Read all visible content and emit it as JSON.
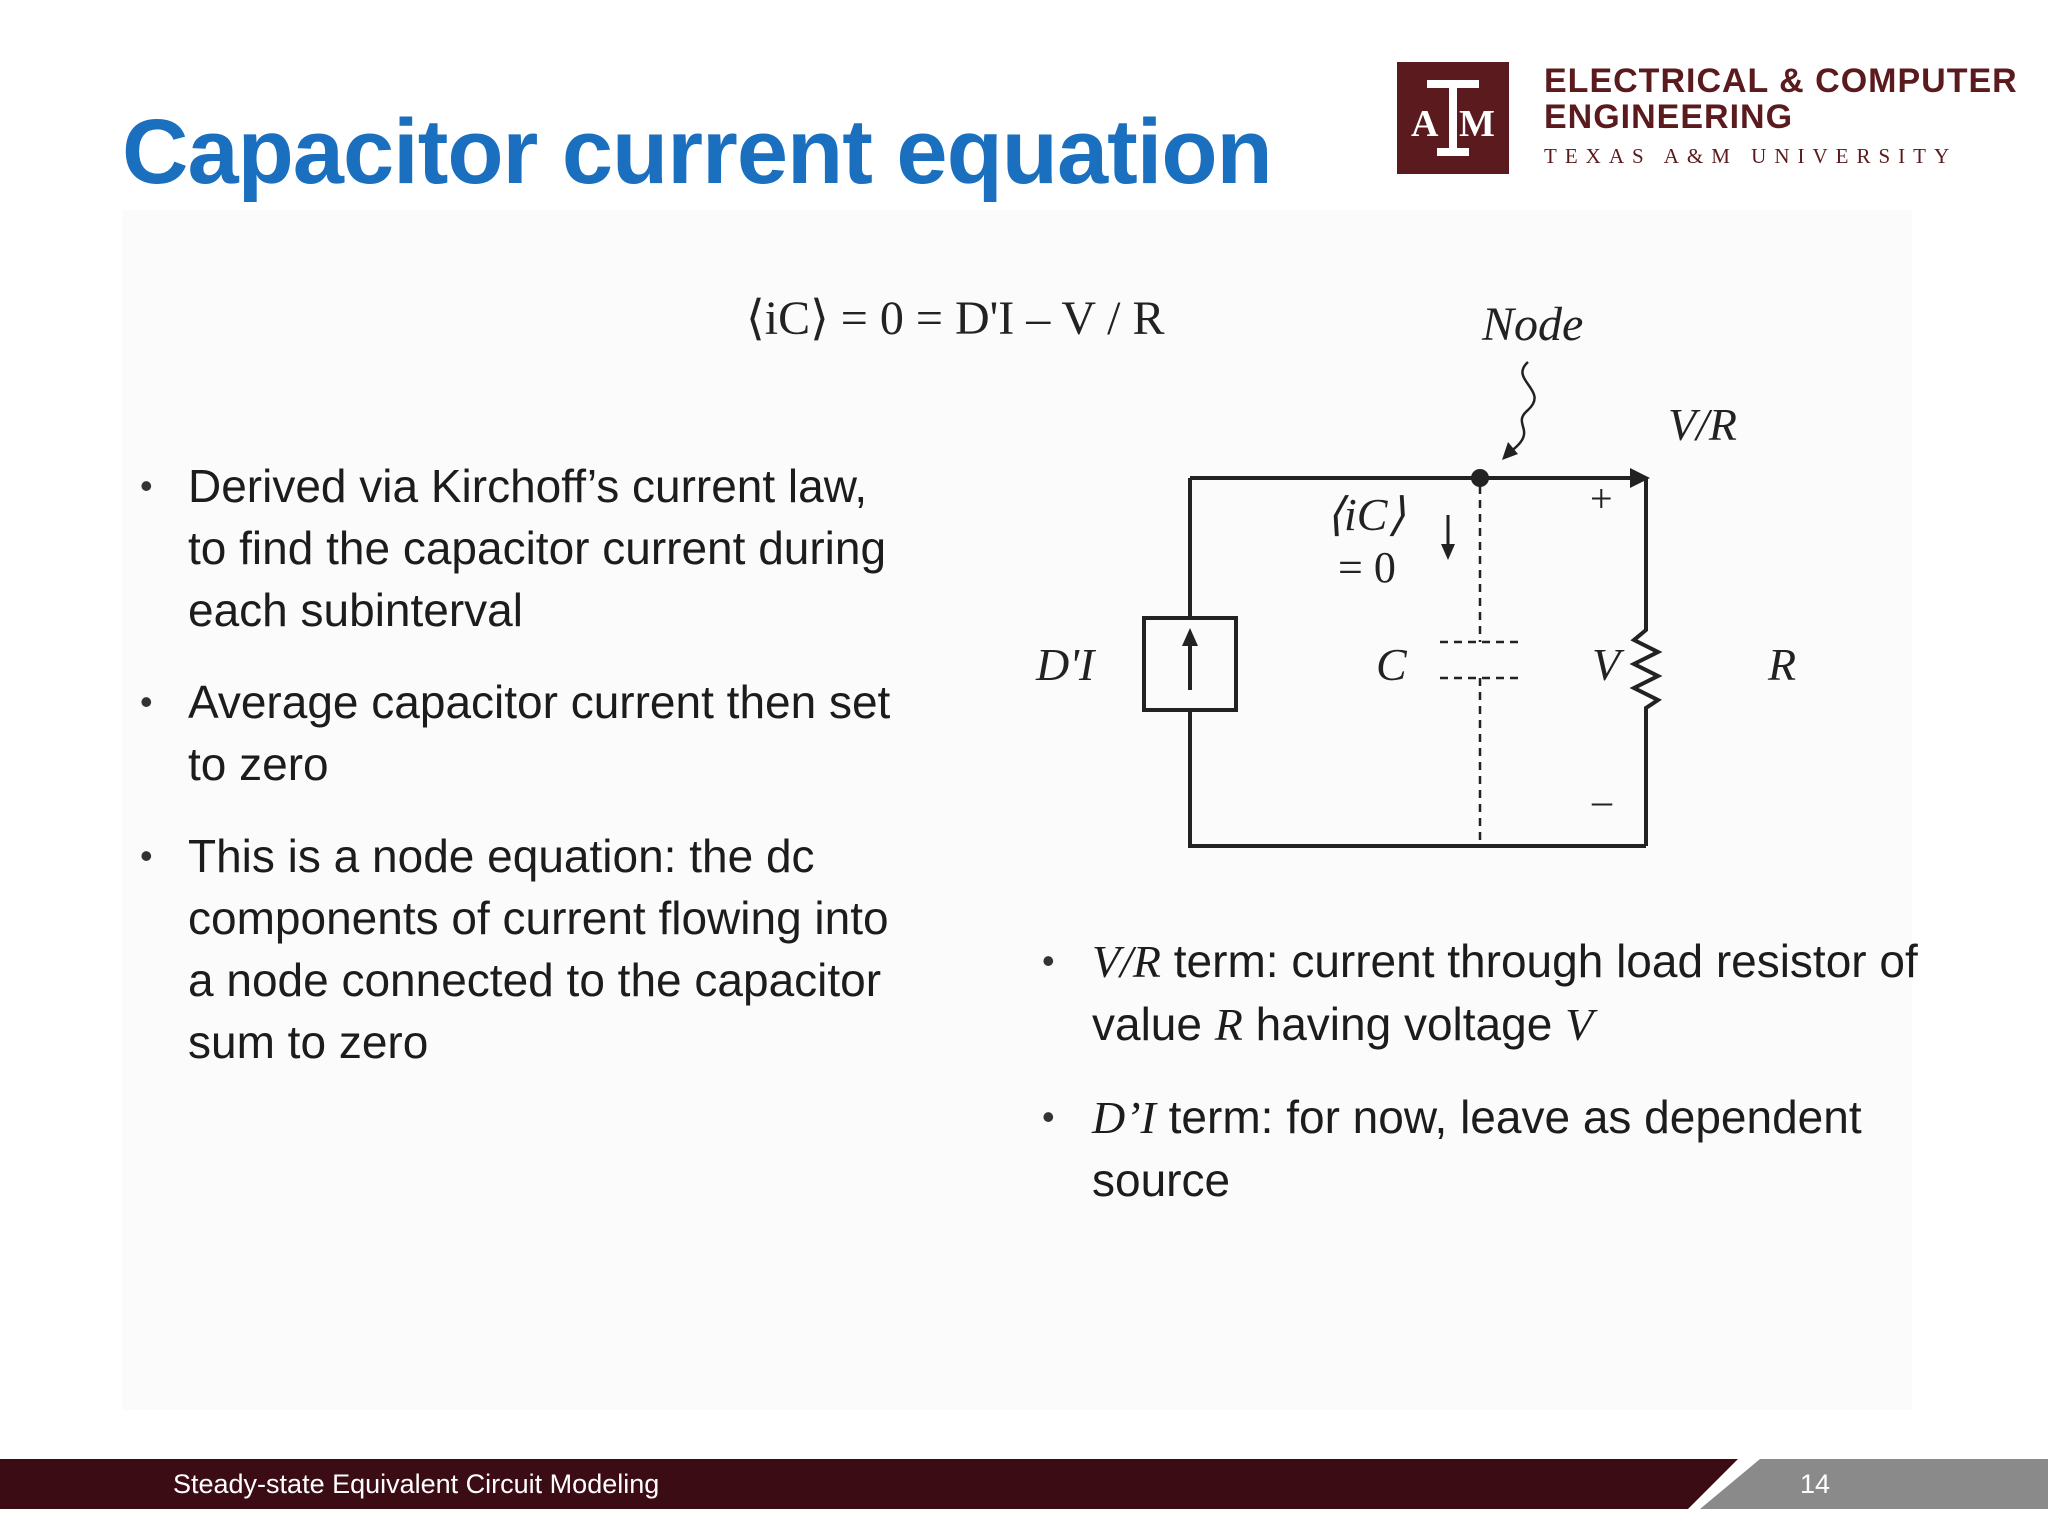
{
  "slide": {
    "title": "Capacitor current equation",
    "equation": "⟨iC⟩ = 0 = D'I – V / R"
  },
  "branding": {
    "logo_letters": "ATM",
    "line1": "ELECTRICAL & COMPUTER",
    "line2": "ENGINEERING",
    "line3": "TEXAS A&M UNIVERSITY",
    "color": "#5b1a1d"
  },
  "left_bullets": [
    "Derived via Kirchoff’s current law, to find the capacitor current during each subinterval",
    "Average capacitor current then set to zero",
    "This is a node equation: the dc components of current flowing into a node connected to the capacitor sum to zero"
  ],
  "right_bullets": [
    {
      "math": "V/R",
      "text": " term: current through load resistor of value ",
      "math2": "R",
      "text2": " having voltage ",
      "math3": "V"
    },
    {
      "math": "D’I",
      "text": " term: for now, leave as dependent source"
    }
  ],
  "circuit": {
    "node_label": "Node",
    "current_label": "V/R",
    "source_label": "D'I",
    "cap_current_label": "⟨iC⟩",
    "cap_current_value": "= 0",
    "cap_label": "C",
    "voltage_label": "V",
    "resistor_label": "R",
    "plus": "+",
    "minus": "–"
  },
  "footer": {
    "text": "Steady-state Equivalent Circuit Modeling",
    "page": "14",
    "bar_color": "#3c0c15"
  },
  "colors": {
    "title": "#1a6fbf"
  }
}
